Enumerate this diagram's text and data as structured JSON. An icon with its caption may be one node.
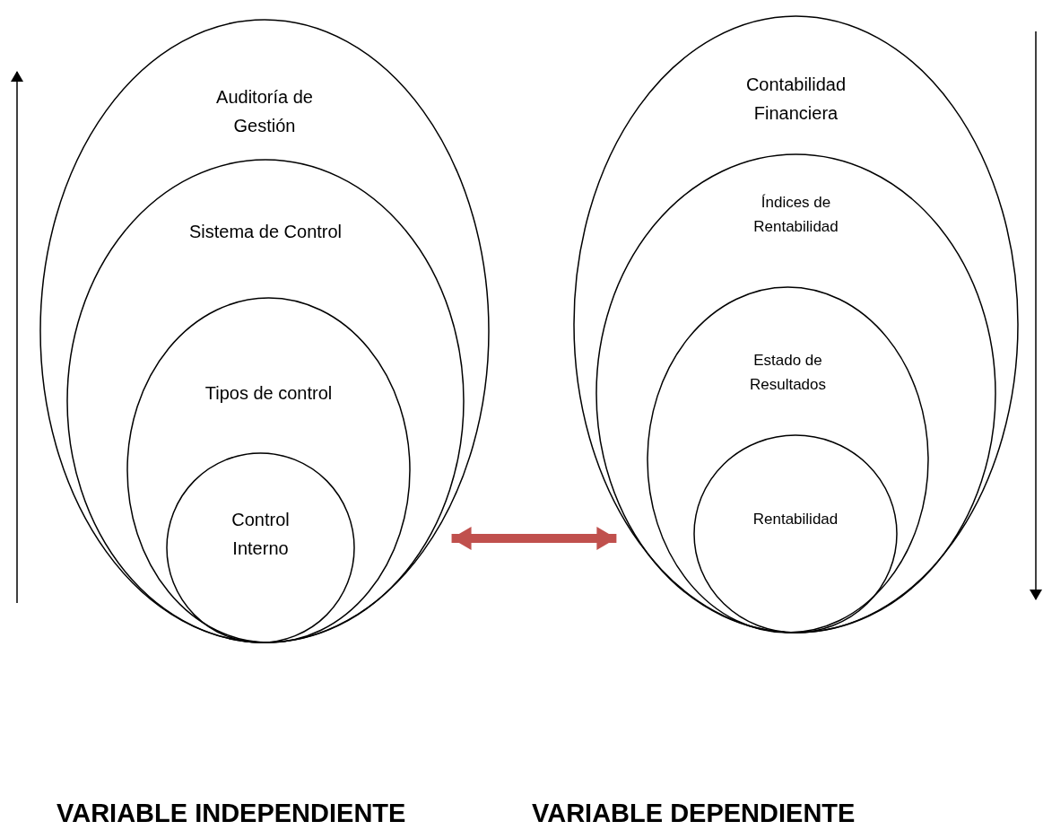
{
  "diagram": {
    "nodes": [
      {
        "text": [
          "Auditoría de Gestión"
        ]
      },
      {
        "text": [
          "Sistema de Control"
        ],
        "in": 0
      },
      {
        "text": [
          "Tipos de control"
        ],
        "in": 1
      },
      {
        "text": [
          "Control Interno"
        ],
        "in": 2
      },
      {
        "text": [
          "Contabilidad Financiera"
        ]
      },
      {
        "text": [
          "Índices de Rentabilidad"
        ],
        "in": 4
      },
      {
        "text": [
          "Estado de Resultados"
        ],
        "in": 5
      },
      {
        "text": [
          "Rentabilidad"
        ],
        "in": 6
      }
    ],
    "edges": [
      {
        "from": 0,
        "to": 4,
        "arrow": "both",
        "color": "#c0504d"
      }
    ],
    "labels": [
      "VARIABLE INDEPENDIENTE",
      "VARIABLE DEPENDIENTE"
    ]
  }
}
